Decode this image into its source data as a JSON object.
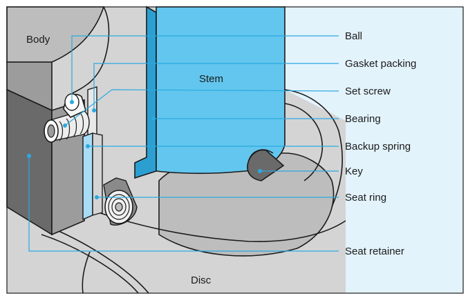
{
  "colors": {
    "stem": "#62C6EE",
    "stem_shadow": "#2C9FD2",
    "background_tint": "#E3F3FC",
    "light_metal": "#D4D4D4",
    "mid_metal": "#9C9C9C",
    "dark_metal": "#6A6A6A",
    "outline": "#1A1A1A",
    "leader": "#2BA9E0"
  },
  "labels": {
    "body": "Body",
    "stem": "Stem",
    "disc": "Disc"
  },
  "callouts": [
    {
      "id": "ball",
      "text": "Ball"
    },
    {
      "id": "gasket-packing",
      "text": "Gasket packing"
    },
    {
      "id": "set-screw",
      "text": "Set screw"
    },
    {
      "id": "bearing",
      "text": "Bearing"
    },
    {
      "id": "backup-spring",
      "text": "Backup spring"
    },
    {
      "id": "key",
      "text": "Key"
    },
    {
      "id": "seat-ring",
      "text": "Seat ring"
    },
    {
      "id": "seat-retainer",
      "text": "Seat retainer"
    }
  ]
}
